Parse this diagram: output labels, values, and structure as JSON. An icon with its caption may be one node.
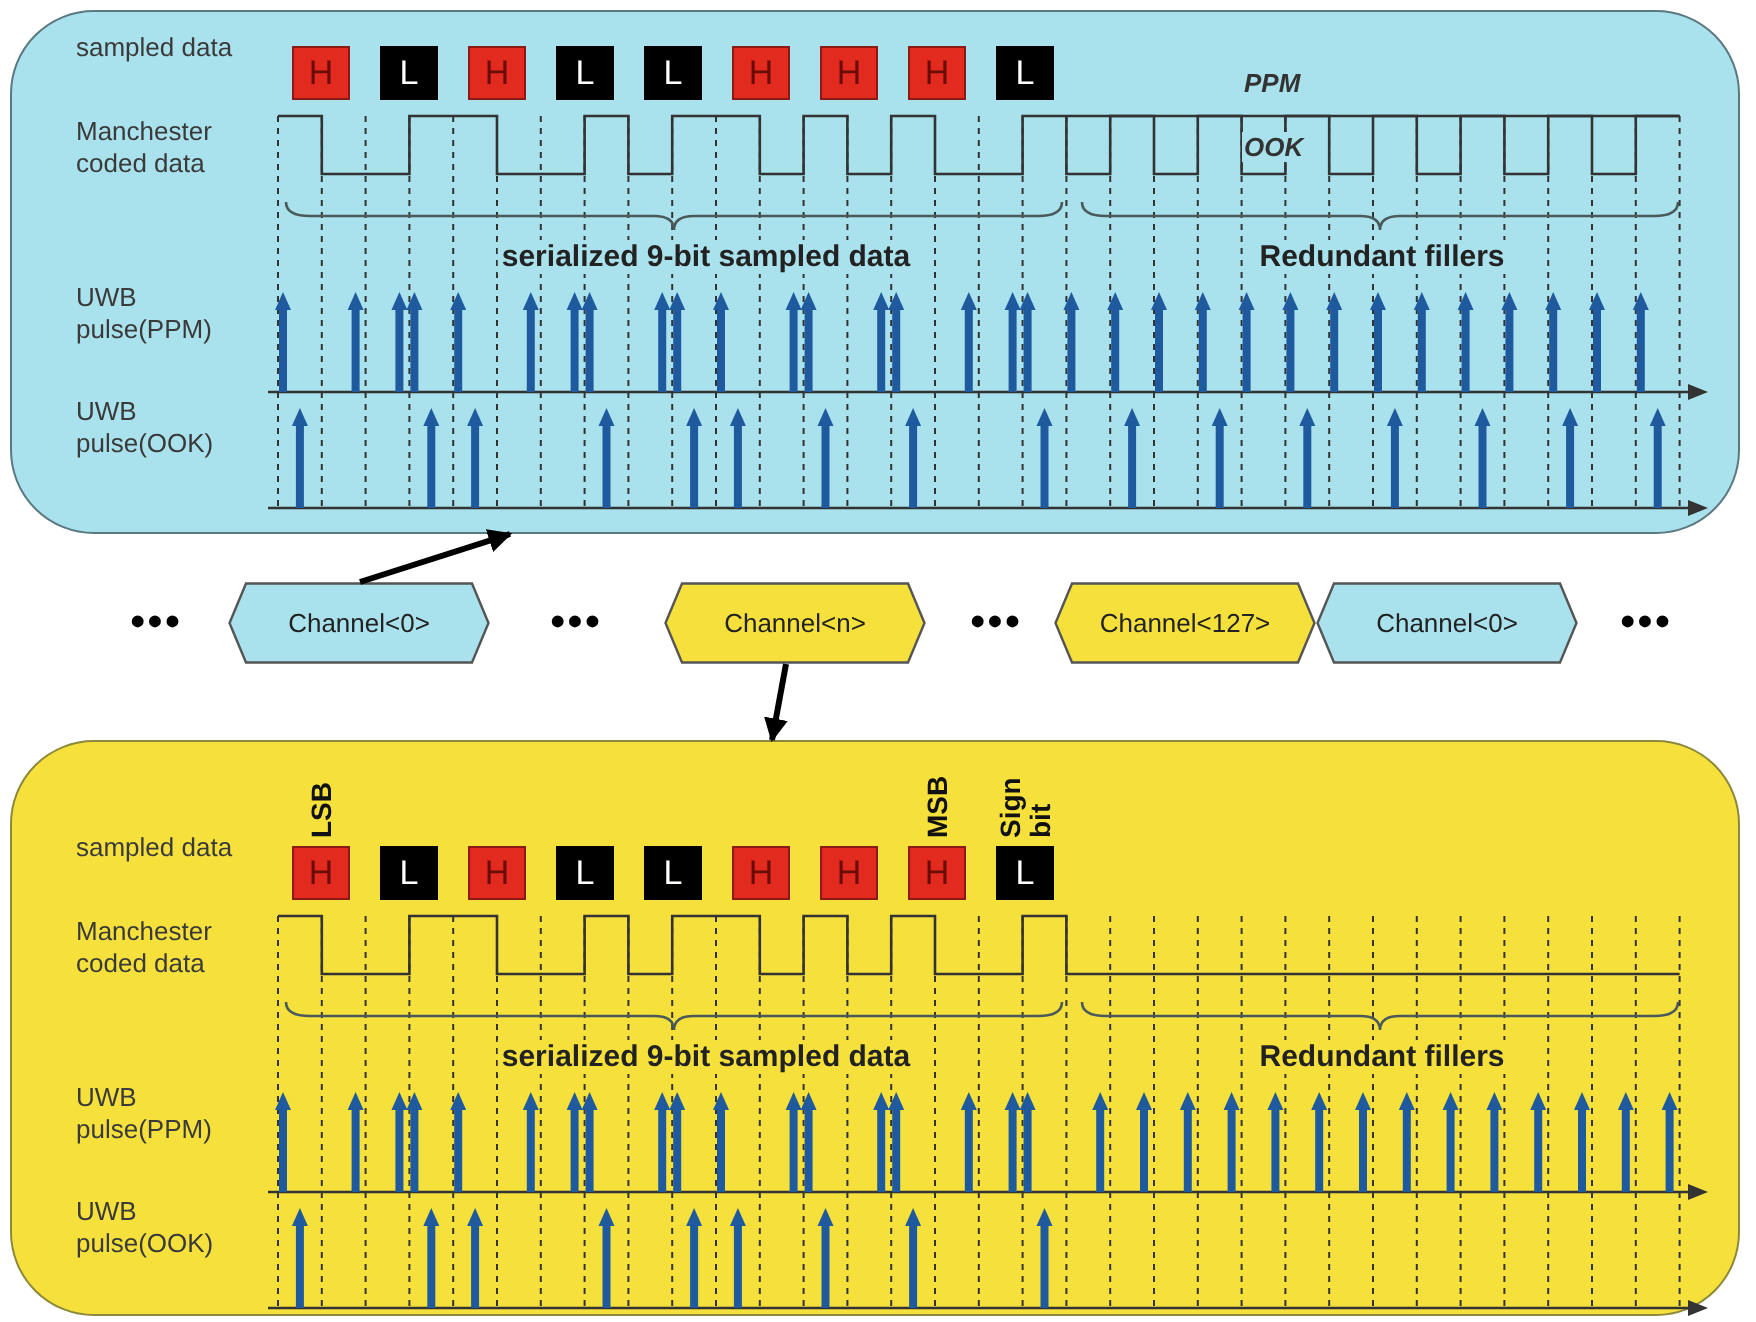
{
  "diagram": {
    "nodes": [
      {
        "text": [
          "sampled data",
          "Manchester coded data",
          "UWB pulse(PPM)",
          "UWB pulse(OOK)",
          "serialized 9-bit sampled data",
          "Redundant fillers",
          "PPM",
          "OOK"
        ]
      },
      {
        "text": [
          "H"
        ],
        "in": 0
      },
      {
        "text": [
          "L"
        ],
        "in": 0
      },
      {
        "text": [
          "H"
        ],
        "in": 0
      },
      {
        "text": [
          "L"
        ],
        "in": 0
      },
      {
        "text": [
          "L"
        ],
        "in": 0
      },
      {
        "text": [
          "H"
        ],
        "in": 0
      },
      {
        "text": [
          "H"
        ],
        "in": 0
      },
      {
        "text": [
          "H"
        ],
        "in": 0
      },
      {
        "text": [
          "L"
        ],
        "in": 0
      },
      {
        "text": [
          "Channel<0>"
        ]
      },
      {
        "text": [
          "Channel<n>"
        ]
      },
      {
        "text": [
          "Channel<127>"
        ]
      },
      {
        "text": [
          "Channel<0>"
        ]
      },
      {
        "text": [
          "sampled data",
          "Manchester coded data",
          "UWB pulse(PPM)",
          "UWB pulse(OOK)",
          "serialized 9-bit sampled data",
          "Redundant fillers"
        ]
      },
      {
        "text": [
          "H"
        ],
        "in": 14,
        "beside": [
          "LSB"
        ]
      },
      {
        "text": [
          "L"
        ],
        "in": 14
      },
      {
        "text": [
          "H"
        ],
        "in": 14
      },
      {
        "text": [
          "L"
        ],
        "in": 14
      },
      {
        "text": [
          "L"
        ],
        "in": 14
      },
      {
        "text": [
          "H"
        ],
        "in": 14
      },
      {
        "text": [
          "H"
        ],
        "in": 14
      },
      {
        "text": [
          "H"
        ],
        "in": 14,
        "beside": [
          "MSB"
        ]
      },
      {
        "text": [
          "L"
        ],
        "in": 14,
        "beside": [
          "Sign bit"
        ]
      }
    ],
    "edges": [
      {
        "from": 10,
        "to": 0,
        "arrow": "to"
      },
      {
        "from": 11,
        "to": 14,
        "arrow": "to"
      }
    ],
    "labels": [
      "•••",
      "•••",
      "•••",
      "•••"
    ]
  }
}
